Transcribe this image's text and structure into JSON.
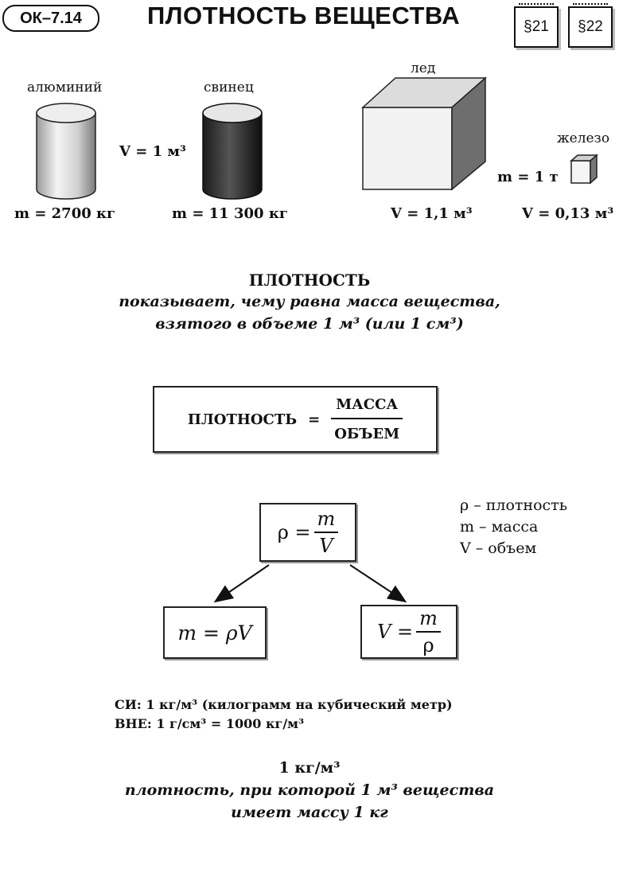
{
  "header": {
    "code": "ОК–7.14",
    "title": "ПЛОТНОСТЬ ВЕЩЕСТВА",
    "refs": [
      "§21",
      "§22"
    ]
  },
  "examples": {
    "aluminium": {
      "label": "алюминий",
      "mass": "m = 2700 кг"
    },
    "lead": {
      "label": "свинец",
      "mass": "m = 11 300 кг"
    },
    "shared_volume": "V = 1 м³",
    "ice": {
      "label": "лед",
      "volume": "V = 1,1 м³"
    },
    "iron": {
      "label": "железо",
      "volume": "V = 0,13 м³"
    },
    "shared_mass": "m = 1 т"
  },
  "definition": {
    "heading": "ПЛОТНОСТЬ",
    "line1": "показывает, чему равна масса вещества,",
    "line2": "взятого в объеме 1 м³ (или 1 см³)"
  },
  "word_formula": {
    "lhs": "ПЛОТНОСТЬ",
    "eq": "=",
    "numerator": "МАССА",
    "denominator": "ОБЪЕМ"
  },
  "formulas": {
    "main": {
      "lhs": "ρ =",
      "num": "m",
      "den": "V"
    },
    "mass": "m = ρV",
    "volume": {
      "lhs": "V =",
      "num": "m",
      "den": "ρ"
    }
  },
  "legend": [
    "ρ – плотность",
    "m – масса",
    "V – объем"
  ],
  "units": {
    "si": "СИ: 1 кг/м³ (килограмм на кубический метр)",
    "extra": "ВНЕ: 1 г/см³ = 1000 кг/м³"
  },
  "unit_definition": {
    "heading": "1 кг/м³",
    "line1": "плотность, при которой 1 м³ вещества",
    "line2": "имеет массу 1 кг"
  }
}
